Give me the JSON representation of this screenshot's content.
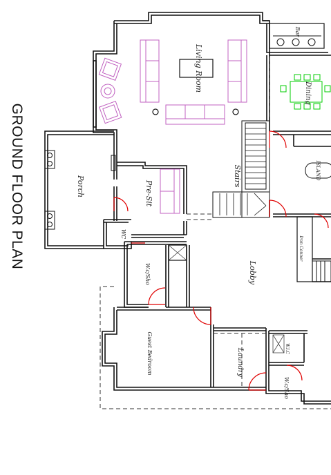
{
  "plan": {
    "title": "GROUND FLOOR PLAN",
    "rooms": {
      "living_room": "Living Room",
      "dining": "Dining",
      "stairs": "Stairs",
      "pre_sit": "Pre-Sit",
      "porch": "Porch",
      "wc": "WC",
      "lobby": "Lobby",
      "wc_sho_1": "W.c/Sho",
      "guest_bedroom": "Guest Bedroom",
      "laundry": "Laundry",
      "wc_sho_2": "W.c/Sho",
      "island": "ISLAND",
      "iron_conner": "Iron Conner",
      "wic": "W.I.C",
      "bar": "Bar"
    },
    "colors": {
      "wall": "#111111",
      "sofa": "#c060c0",
      "dining_table": "#00cc00",
      "door_swing": "#e00000",
      "hatch": "#444444"
    }
  }
}
